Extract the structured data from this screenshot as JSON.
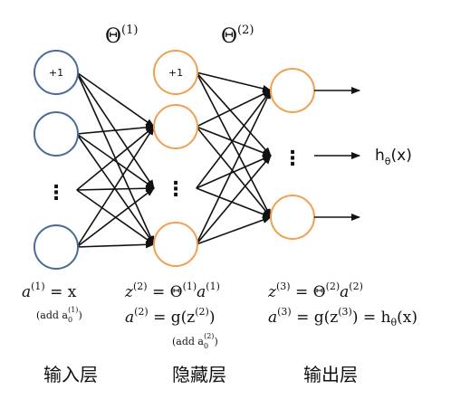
{
  "weights": {
    "theta1": "Θ",
    "theta1_sup": "(1)",
    "theta2": "Θ",
    "theta2_sup": "(2)"
  },
  "bias_label": "+1",
  "ellipsis": "⋮",
  "output": {
    "label_main": "h",
    "label_sub": "θ",
    "label_arg": "(x)"
  },
  "formulas": {
    "input_line1_a": "a",
    "input_line1_sup": "(1)",
    "input_line1_rest": " = x",
    "input_line2": "(add a",
    "input_line2_sub": "0",
    "input_line2_sup": "(1)",
    "input_line2_end": ")",
    "hidden_line1_a": "z",
    "hidden_line1_sup": "(2)",
    "hidden_line1_mid": " = Θ",
    "hidden_line1_sup2": "(1)",
    "hidden_line1_b": "a",
    "hidden_line1_sup3": "(1)",
    "hidden_line2_a": "a",
    "hidden_line2_sup": "(2)",
    "hidden_line2_mid": " = g(z",
    "hidden_line2_sup2": "(2)",
    "hidden_line2_end": ")",
    "hidden_line3": "(add a",
    "hidden_line3_sub": "0",
    "hidden_line3_sup": "(2)",
    "hidden_line3_end": ")",
    "output_line1_a": "z",
    "output_line1_sup": "(3)",
    "output_line1_mid": " = Θ",
    "output_line1_sup2": "(2)",
    "output_line1_b": "a",
    "output_line1_sup3": "(2)",
    "output_line2_a": "a",
    "output_line2_sup": "(3)",
    "output_line2_mid": " = g(z",
    "output_line2_sup2": "(3)",
    "output_line2_mid2": ") = h",
    "output_line2_sub": "θ",
    "output_line2_end": "(x)"
  },
  "layers": {
    "input": "输入层",
    "hidden": "隐藏层",
    "output": "输出层"
  }
}
